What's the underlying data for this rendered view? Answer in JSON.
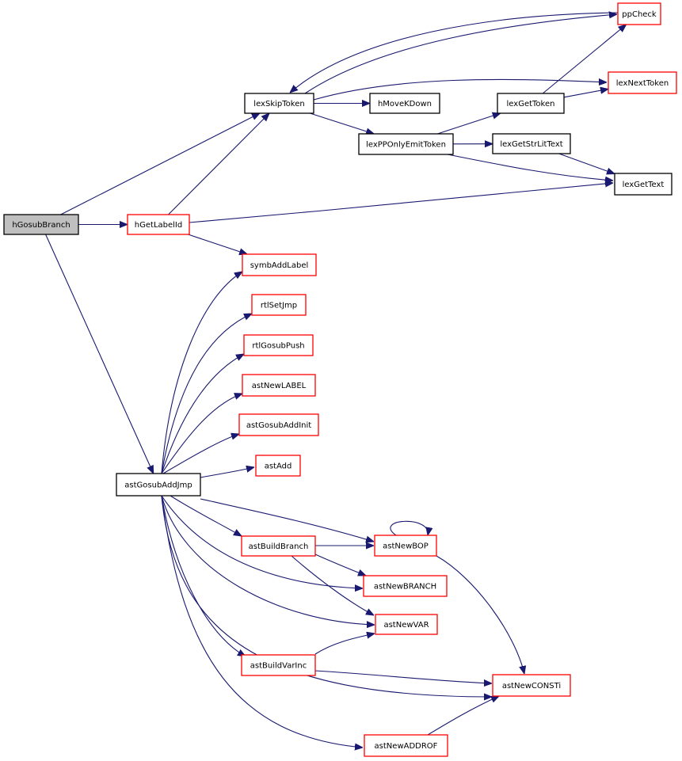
{
  "colors": {
    "edge": "#191970",
    "border_normal": "#000000",
    "border_red": "#ff0000",
    "fill_root": "#bfbfbf",
    "fill_default": "#ffffff"
  },
  "nodes": [
    {
      "id": "hGosubBranch",
      "label": "hGosubBranch",
      "style": "root"
    },
    {
      "id": "hGetLabelId",
      "label": "hGetLabelId",
      "style": "red"
    },
    {
      "id": "lexSkipToken",
      "label": "lexSkipToken",
      "style": "black"
    },
    {
      "id": "hMoveKDown",
      "label": "hMoveKDown",
      "style": "black"
    },
    {
      "id": "lexPPOnlyEmitToken",
      "label": "lexPPOnlyEmitToken",
      "style": "black"
    },
    {
      "id": "lexGetToken",
      "label": "lexGetToken",
      "style": "black"
    },
    {
      "id": "ppCheck",
      "label": "ppCheck",
      "style": "red"
    },
    {
      "id": "lexNextToken",
      "label": "lexNextToken",
      "style": "red"
    },
    {
      "id": "lexGetStrLitText",
      "label": "lexGetStrLitText",
      "style": "black"
    },
    {
      "id": "lexGetText",
      "label": "lexGetText",
      "style": "black"
    },
    {
      "id": "symbAddLabel",
      "label": "symbAddLabel",
      "style": "red"
    },
    {
      "id": "rtlSetJmp",
      "label": "rtlSetJmp",
      "style": "red"
    },
    {
      "id": "rtlGosubPush",
      "label": "rtlGosubPush",
      "style": "red"
    },
    {
      "id": "astNewLABEL",
      "label": "astNewLABEL",
      "style": "red"
    },
    {
      "id": "astGosubAddInit",
      "label": "astGosubAddInit",
      "style": "red"
    },
    {
      "id": "astAdd",
      "label": "astAdd",
      "style": "red"
    },
    {
      "id": "astGosubAddJmp",
      "label": "astGosubAddJmp",
      "style": "black"
    },
    {
      "id": "astBuildBranch",
      "label": "astBuildBranch",
      "style": "red"
    },
    {
      "id": "astNewBOP",
      "label": "astNewBOP",
      "style": "red"
    },
    {
      "id": "astNewBRANCH",
      "label": "astNewBRANCH",
      "style": "red"
    },
    {
      "id": "astNewVAR",
      "label": "astNewVAR",
      "style": "red"
    },
    {
      "id": "astBuildVarInc",
      "label": "astBuildVarInc",
      "style": "red"
    },
    {
      "id": "astNewCONSTi",
      "label": "astNewCONSTi",
      "style": "red"
    },
    {
      "id": "astNewADDROF",
      "label": "astNewADDROF",
      "style": "red"
    }
  ],
  "edges": [
    {
      "from": "hGosubBranch",
      "to": "lexSkipToken"
    },
    {
      "from": "hGosubBranch",
      "to": "hGetLabelId"
    },
    {
      "from": "hGosubBranch",
      "to": "astGosubAddJmp"
    },
    {
      "from": "hGetLabelId",
      "to": "lexSkipToken"
    },
    {
      "from": "hGetLabelId",
      "to": "lexGetText"
    },
    {
      "from": "hGetLabelId",
      "to": "symbAddLabel"
    },
    {
      "from": "lexSkipToken",
      "to": "hMoveKDown"
    },
    {
      "from": "lexSkipToken",
      "to": "lexPPOnlyEmitToken"
    },
    {
      "from": "lexSkipToken",
      "to": "ppCheck"
    },
    {
      "from": "lexSkipToken",
      "to": "lexNextToken"
    },
    {
      "from": "ppCheck",
      "to": "lexSkipToken"
    },
    {
      "from": "lexPPOnlyEmitToken",
      "to": "lexGetToken"
    },
    {
      "from": "lexPPOnlyEmitToken",
      "to": "lexGetStrLitText"
    },
    {
      "from": "lexPPOnlyEmitToken",
      "to": "lexGetText"
    },
    {
      "from": "lexGetToken",
      "to": "ppCheck"
    },
    {
      "from": "lexGetToken",
      "to": "lexNextToken"
    },
    {
      "from": "lexGetStrLitText",
      "to": "lexGetText"
    },
    {
      "from": "astGosubAddJmp",
      "to": "symbAddLabel"
    },
    {
      "from": "astGosubAddJmp",
      "to": "rtlSetJmp"
    },
    {
      "from": "astGosubAddJmp",
      "to": "rtlGosubPush"
    },
    {
      "from": "astGosubAddJmp",
      "to": "astNewLABEL"
    },
    {
      "from": "astGosubAddJmp",
      "to": "astGosubAddInit"
    },
    {
      "from": "astGosubAddJmp",
      "to": "astAdd"
    },
    {
      "from": "astGosubAddJmp",
      "to": "astBuildBranch"
    },
    {
      "from": "astGosubAddJmp",
      "to": "astNewBOP"
    },
    {
      "from": "astGosubAddJmp",
      "to": "astNewBRANCH"
    },
    {
      "from": "astGosubAddJmp",
      "to": "astNewVAR"
    },
    {
      "from": "astGosubAddJmp",
      "to": "astBuildVarInc"
    },
    {
      "from": "astGosubAddJmp",
      "to": "astNewCONSTi"
    },
    {
      "from": "astGosubAddJmp",
      "to": "astNewADDROF"
    },
    {
      "from": "astBuildBranch",
      "to": "astNewBOP"
    },
    {
      "from": "astBuildBranch",
      "to": "astNewBRANCH"
    },
    {
      "from": "astBuildBranch",
      "to": "astNewVAR"
    },
    {
      "from": "astNewBOP",
      "to": "astNewBOP"
    },
    {
      "from": "astNewBOP",
      "to": "astNewCONSTi"
    },
    {
      "from": "astBuildVarInc",
      "to": "astNewVAR"
    },
    {
      "from": "astBuildVarInc",
      "to": "astNewCONSTi"
    },
    {
      "from": "astNewADDROF",
      "to": "astNewCONSTi"
    }
  ]
}
